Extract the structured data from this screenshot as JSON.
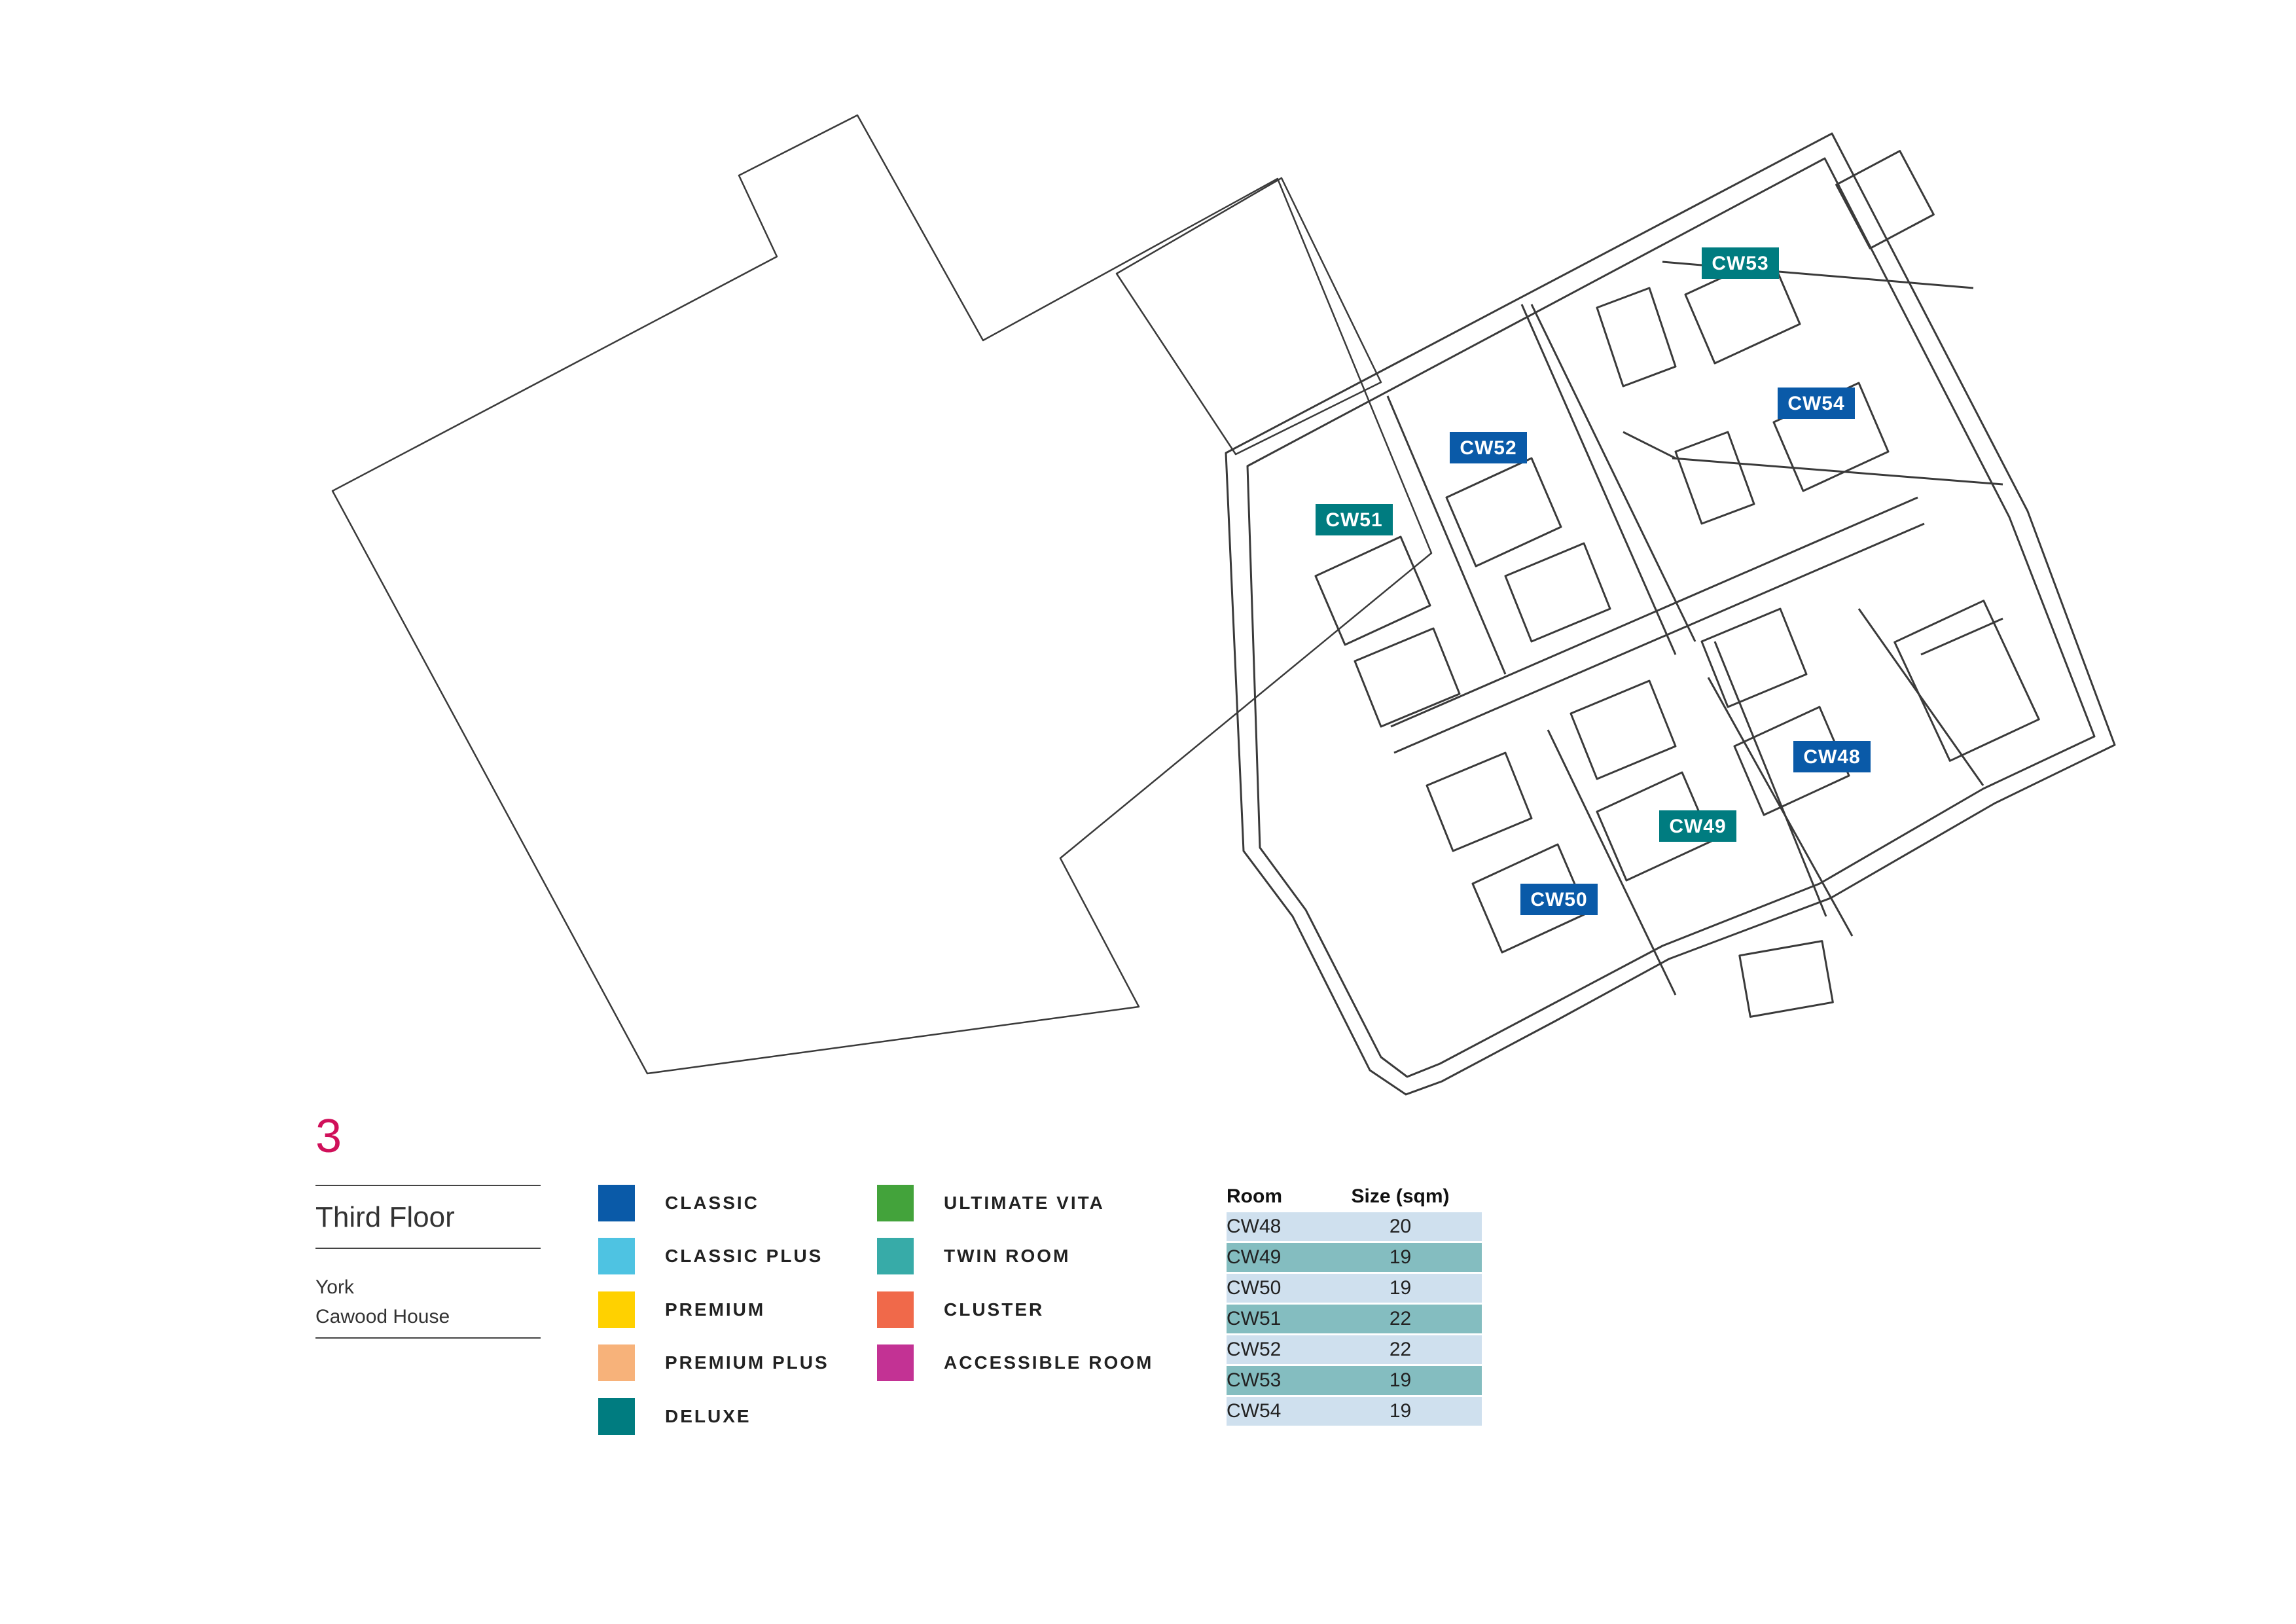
{
  "floor": {
    "number": "3",
    "name": "Third Floor",
    "city": "York",
    "building": "Cawood House"
  },
  "rooms_on_plan": [
    {
      "id": "CW53",
      "type": "DELUXE"
    },
    {
      "id": "CW54",
      "type": "CLASSIC"
    },
    {
      "id": "CW52",
      "type": "CLASSIC"
    },
    {
      "id": "CW51",
      "type": "DELUXE"
    },
    {
      "id": "CW48",
      "type": "CLASSIC"
    },
    {
      "id": "CW49",
      "type": "DELUXE"
    },
    {
      "id": "CW50",
      "type": "CLASSIC"
    }
  ],
  "legend": [
    {
      "label": "CLASSIC",
      "color": "#0a5aa8"
    },
    {
      "label": "CLASSIC PLUS",
      "color": "#4ec3e2"
    },
    {
      "label": "PREMIUM",
      "color": "#ffd100"
    },
    {
      "label": "PREMIUM PLUS",
      "color": "#f7b27a"
    },
    {
      "label": "DELUXE",
      "color": "#007c80"
    },
    {
      "label": "ULTIMATE VITA",
      "color": "#43a33b"
    },
    {
      "label": "TWIN ROOM",
      "color": "#37aba8"
    },
    {
      "label": "CLUSTER",
      "color": "#f0694a"
    },
    {
      "label": "ACCESSIBLE ROOM",
      "color": "#c33294"
    }
  ],
  "table": {
    "header_room": "Room",
    "header_size": "Size (sqm)",
    "rows": [
      {
        "room": "CW48",
        "size": "20",
        "shade": "#cfe0ee"
      },
      {
        "room": "CW49",
        "size": "19",
        "shade": "#84bdc0"
      },
      {
        "room": "CW50",
        "size": "19",
        "shade": "#cfe0ee"
      },
      {
        "room": "CW51",
        "size": "22",
        "shade": "#84bdc0"
      },
      {
        "room": "CW52",
        "size": "22",
        "shade": "#cfe0ee"
      },
      {
        "room": "CW53",
        "size": "19",
        "shade": "#84bdc0"
      },
      {
        "room": "CW54",
        "size": "19",
        "shade": "#cfe0ee"
      }
    ]
  }
}
